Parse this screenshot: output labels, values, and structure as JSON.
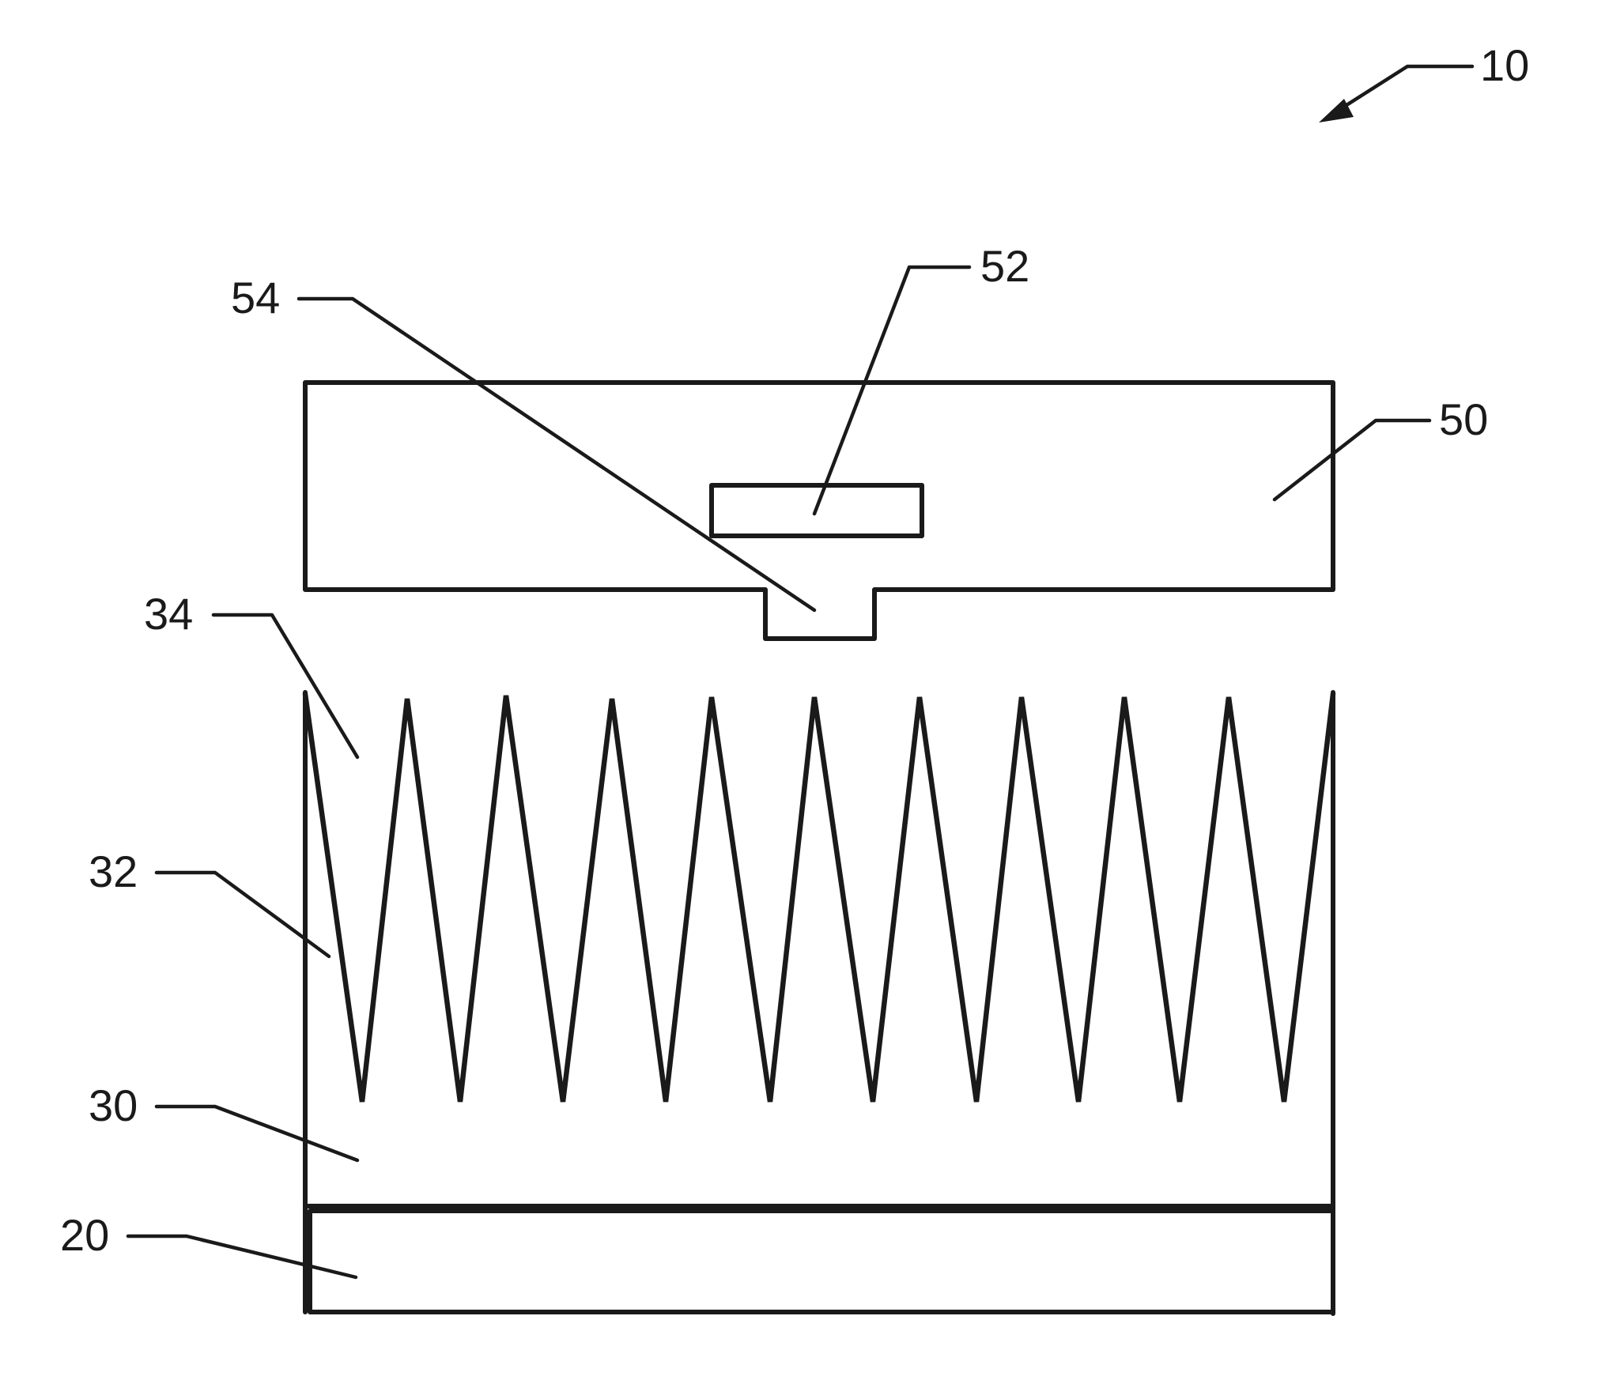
{
  "reference_numerals": {
    "device": "10",
    "base_layer": "20",
    "substrate": "30",
    "sawtooth_wall": "32",
    "groove": "34",
    "top_plate": "50",
    "slot": "52",
    "protrusion": "54"
  },
  "colors": {
    "line": "#1a1a1a",
    "background": "#ffffff"
  }
}
